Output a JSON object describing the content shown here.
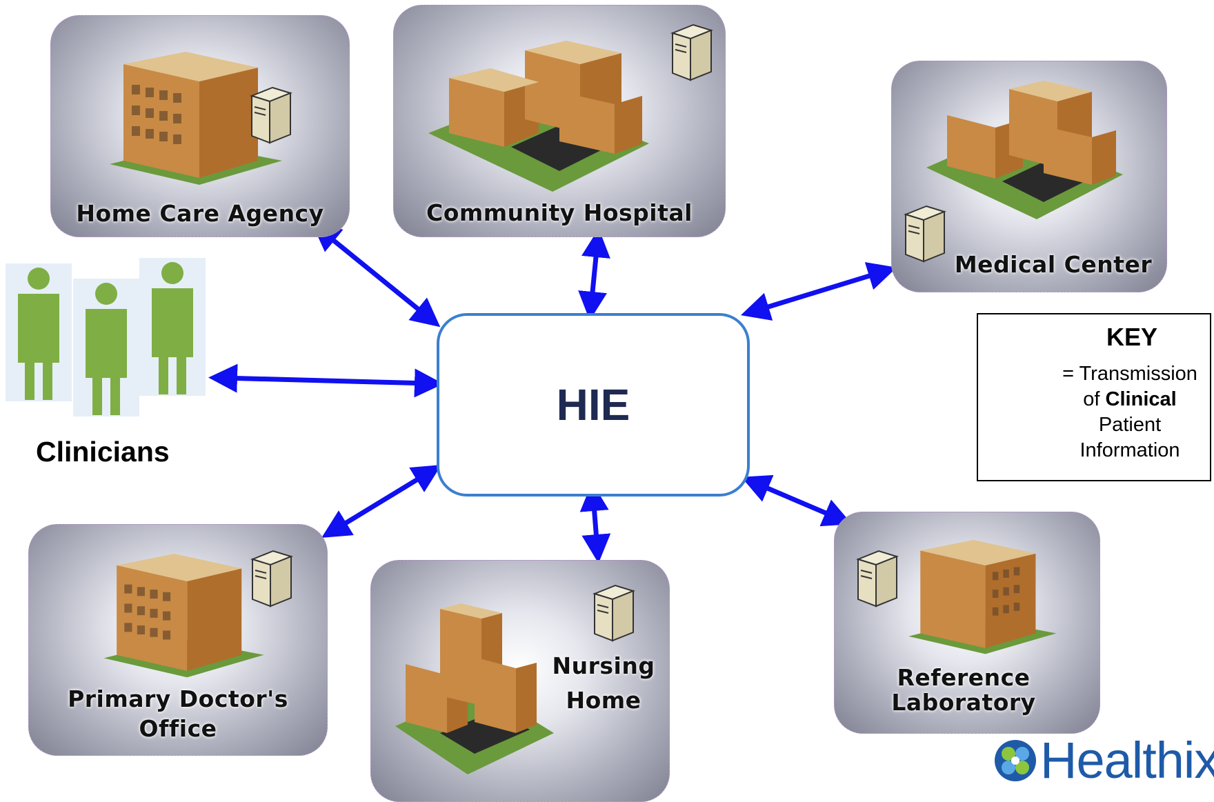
{
  "hub": {
    "label": "HIE"
  },
  "nodes": {
    "home_care": "Home Care Agency",
    "community_hospital": "Community Hospital",
    "medical_center": "Medical Center",
    "primary_doctor": "Primary Doctor's Office",
    "nursing_home": "Nursing Home",
    "reference_lab": "Reference Laboratory",
    "clinicians": "Clinicians"
  },
  "key": {
    "title": "KEY",
    "line1": "= Transmission",
    "line2_pre": "of ",
    "line2_bold": "Clinical",
    "line3": "Patient",
    "line4": "Information"
  },
  "brand": {
    "name": "Healthix"
  },
  "colors": {
    "arrow": "#1010f0",
    "hub_border": "#3b7fcf",
    "hub_text": "#1f2a52",
    "person": "#7fae45",
    "brand": "#1e5aa8",
    "node_border": "#b593c9"
  }
}
